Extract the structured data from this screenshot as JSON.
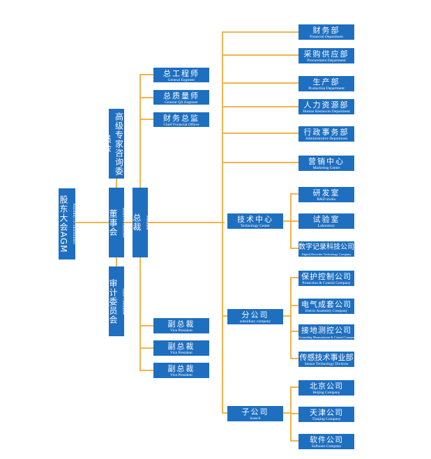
{
  "chart_data": {
    "type": "org-chart",
    "root": "股东大会AGM",
    "nodes": [
      {
        "cn": "股东大会AGM",
        "en": "Assembly Of Shareholders"
      },
      {
        "cn": "董事会",
        "en": "Board Of Directors"
      },
      {
        "cn": "高级专家咨询委员会",
        "en": "Advisory Committee"
      },
      {
        "cn": "审计委员会",
        "en": "Audit Committee"
      },
      {
        "cn": "总裁",
        "en": "President"
      }
    ]
  },
  "agm": {
    "cn": "股东大会AGM",
    "en": "Assembly Of Shareholders"
  },
  "board": {
    "cn": "董事会",
    "en": "Board Of Directors"
  },
  "advisory": {
    "cn": "高级专家咨询委员会",
    "en": "Advisory Committee"
  },
  "audit": {
    "cn": "审计委员会",
    "en": "Audit Committee"
  },
  "president": {
    "cn": "总裁",
    "en": "President"
  },
  "exec": [
    {
      "cn": "总工程师",
      "en": "General Engineer"
    },
    {
      "cn": "总质量师",
      "en": "General QA Engineer"
    },
    {
      "cn": "财务总监",
      "en": "Chief Financial Officer"
    }
  ],
  "vp": [
    {
      "cn": "副总裁",
      "en": "Vice President"
    },
    {
      "cn": "副总裁",
      "en": "Vice President"
    },
    {
      "cn": "副总裁",
      "en": "Vice President"
    }
  ],
  "depts": [
    {
      "cn": "财务部",
      "en": "Financial Department"
    },
    {
      "cn": "采购供应部",
      "en": "Procurement Department"
    },
    {
      "cn": "生产部",
      "en": "Production Department"
    },
    {
      "cn": "人力资源部",
      "en": "Human Resources Department"
    },
    {
      "cn": "行政事务部",
      "en": "Administrative Department"
    },
    {
      "cn": "营销中心",
      "en": "Marketing Center"
    }
  ],
  "tech": {
    "cn": "技术中心",
    "en": "Technology Center"
  },
  "tech_children": [
    {
      "cn": "研发室",
      "en": "R&D studio"
    },
    {
      "cn": "试验室",
      "en": "Laboratory"
    },
    {
      "cn": "数字记录科技公司",
      "en": "Digital Recorder Technology Company"
    }
  ],
  "sub": {
    "cn": "分公司",
    "en": "subsidiary company"
  },
  "sub_children": [
    {
      "cn": "保护控制公司",
      "en": "Protection & Control Company"
    },
    {
      "cn": "电气成套公司",
      "en": "Eletric Assembly Company"
    },
    {
      "cn": "接地测控公司",
      "en": "Grounding Measurement & Control Company"
    },
    {
      "cn": "传感技术事业部",
      "en": "Sensor Technology Division"
    }
  ],
  "branch": {
    "cn": "子公司",
    "en": "branch"
  },
  "branch_children": [
    {
      "cn": "北京公司",
      "en": "Beijing Company"
    },
    {
      "cn": "天津公司",
      "en": "Tianjing Company"
    },
    {
      "cn": "软件公司",
      "en": "Software Company"
    }
  ]
}
